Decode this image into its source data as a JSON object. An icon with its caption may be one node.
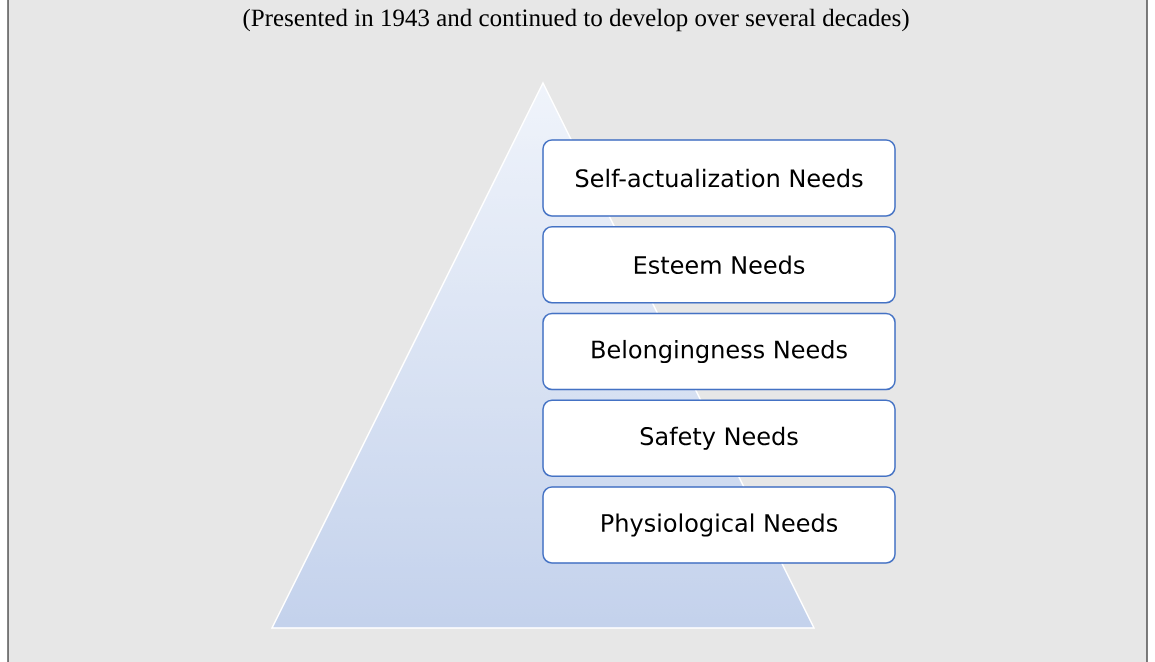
{
  "diagram": {
    "title": "(Presented in 1943 and continued to develop over several decades)",
    "nodes": [
      {
        "text": [
          "Self-actualization Needs"
        ]
      },
      {
        "text": [
          "Esteem Needs"
        ]
      },
      {
        "text": [
          "Belongingness Needs"
        ]
      },
      {
        "text": [
          "Safety Needs"
        ]
      },
      {
        "text": [
          "Physiological Needs"
        ]
      }
    ]
  }
}
